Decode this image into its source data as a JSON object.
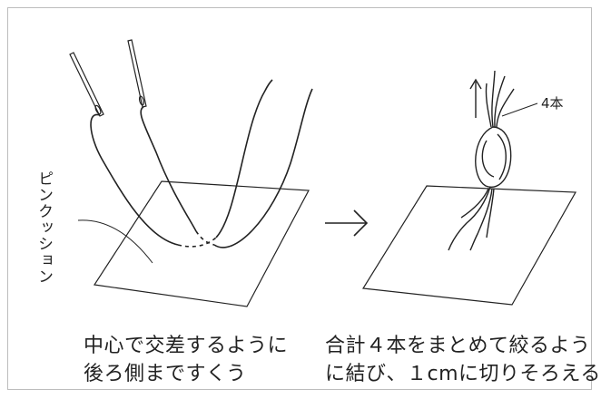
{
  "left_panel": {
    "vertical_label": "ピンクッション",
    "caption_lines": [
      "中心で交差するように",
      "後ろ側まですくう"
    ]
  },
  "right_panel": {
    "count_label": "4本",
    "caption_lines": [
      "合計４本をまとめて絞るよう",
      "に結び、１cmに切りそろえる"
    ]
  },
  "colors": {
    "ink": "#222222",
    "frame": "#bdbdbd",
    "background": "#ffffff"
  }
}
